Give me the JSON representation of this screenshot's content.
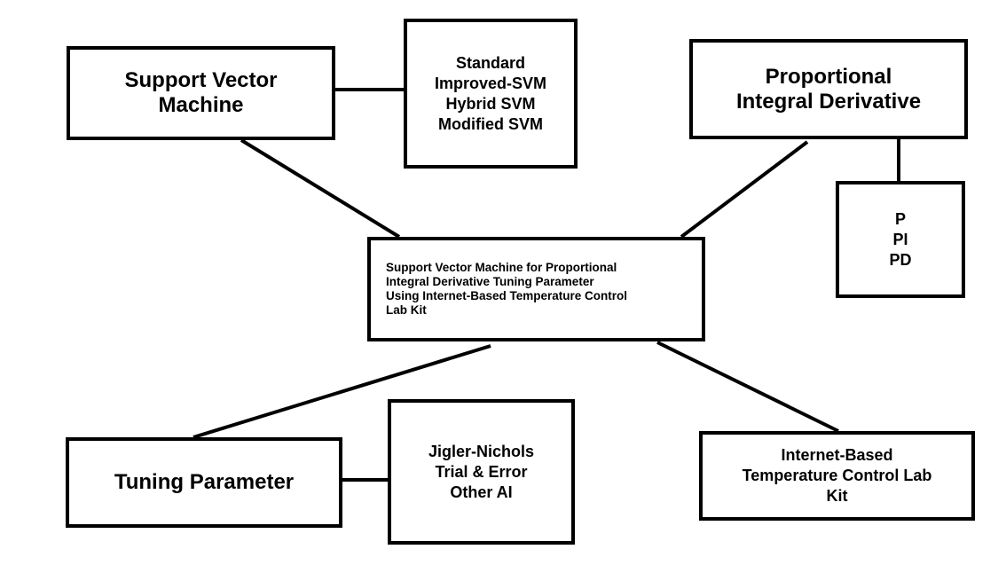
{
  "nodes": {
    "svm": {
      "label": "Support Vector\nMachine"
    },
    "svm_variants": {
      "label": "Standard\nImproved-SVM\nHybrid SVM\nModified SVM"
    },
    "pid": {
      "label": "Proportional\nIntegral Derivative"
    },
    "pid_variants": {
      "label": "P\nPI\nPD"
    },
    "center": {
      "label": "Support Vector Machine for Proportional\nIntegral Derivative Tuning Parameter\nUsing Internet-Based Temperature Control\nLab Kit"
    },
    "tuning": {
      "label": "Tuning Parameter"
    },
    "tuning_methods": {
      "label": "Jigler-Nichols\nTrial & Error\nOther AI"
    },
    "labkit": {
      "label": "Internet-Based\nTemperature Control Lab\nKit"
    }
  },
  "edges": [
    {
      "from": "svm",
      "to": "svm_variants"
    },
    {
      "from": "svm",
      "to": "center"
    },
    {
      "from": "pid",
      "to": "center"
    },
    {
      "from": "pid",
      "to": "pid_variants"
    },
    {
      "from": "center",
      "to": "tuning"
    },
    {
      "from": "center",
      "to": "labkit"
    },
    {
      "from": "tuning",
      "to": "tuning_methods"
    }
  ]
}
